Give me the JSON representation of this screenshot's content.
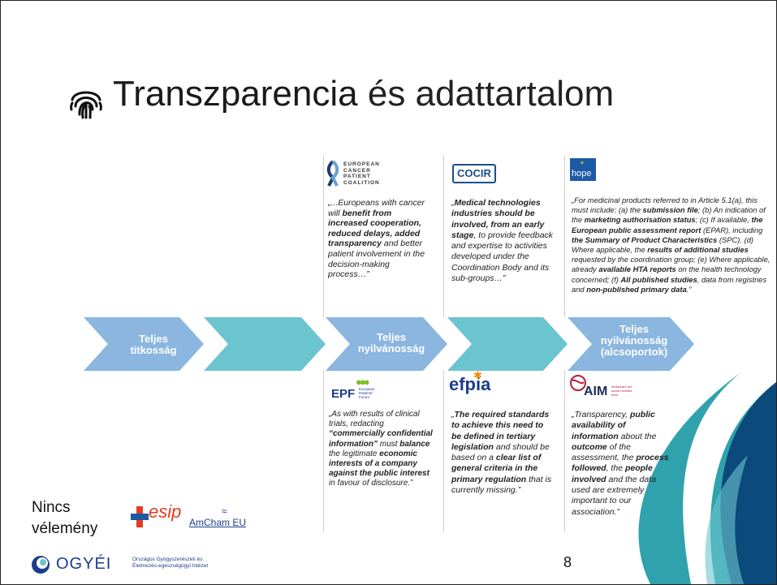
{
  "slide": {
    "title_highlight": "Transzparencia",
    "title_rest": " és adattartalom",
    "page_number": "8",
    "no_opinion": "Nincs\nvélemény"
  },
  "chevrons": [
    {
      "label": "Teljes\ntitkosság",
      "color": "#8ab6e0"
    },
    {
      "label": "",
      "color": "#6cc4cf"
    },
    {
      "label": "Teljes\nnyilvánosság",
      "color": "#8ab6e0"
    },
    {
      "label": "",
      "color": "#6cc4cf"
    },
    {
      "label": "Teljes\nnyilvánosság\n(alcsoportok)",
      "color": "#8ab6e0"
    }
  ],
  "logos": {
    "ecpc": "EUROPEAN\nCANCER\nPATIENT\nCOALITION",
    "cocir": "COCIR",
    "hope": "hope",
    "epf": "EPF",
    "epf_sub": "European\nPatients'\nForum",
    "efpia": "efpia",
    "aim": "AIM",
    "aim_sub": "healthcare are\nsocial benefits\nlevel",
    "esip": "esip",
    "amcham": "AmCham EU",
    "ogyei": "OGYÉI",
    "ogyei_sub": "Országos Gyógyszerészeti és\nÉlelmezés-egészségügyi Intézet"
  },
  "quotes": {
    "ecpc": "„...Europeans with cancer will <b>benefit from increased cooperation, reduced delays, added transparency</b> and better patient involvement in the decision-making process…”",
    "cocir": "„<b>Medical technologies industries should be involved, from an early stage</b>, to provide feedback and expertise to activities developed under the Coordination Body and its sub-groups…”",
    "hope": "„For medicinal products referred to in Article 5.1(a), this must include: (a) the <b>submission file</b>; (b) An indication of the <b>marketing authorisation status</b>; (c) If available, <b>the European public assessment report</b> (EPAR), including <b>the Summary of Product Characteristics</b> (SPC). (d) Where applicable, the <b>results of additional studies</b> requested by the coordination group; (e) Where applicable, already <b>available HTA reports</b> on the health technology concerned; (f) <b>All published studies</b>, data from registries and <b>non-published primary data</b>.”",
    "epf": "„As with results of clinical trials, redacting <b>“commercially confidential information”</b> must <b>balance</b> the legitimate <b>economic interests of a company against the public interest</b> in favour of disclosure.”",
    "efpia": "„<b>The required standards to achieve this need to be defined in tertiary legislation</b> and should be based on a <b>clear list of general criteria in the primary regulation</b> that is currently missing.”",
    "aim": "„Transparency, <b>public availability of information</b> about the <b>outcome</b> of the assessment, the <b>process followed</b>, the <b>people involved</b> and the data used are extremely important to our association.”"
  },
  "colors": {
    "chevron_blue": "#8ab6e0",
    "chevron_teal": "#6cc4cf",
    "deco_teal": "#1e9aa6",
    "deco_dark": "#0b4a7a",
    "efpia_orange": "#f08c00",
    "cocir_blue": "#1c4f8c"
  }
}
